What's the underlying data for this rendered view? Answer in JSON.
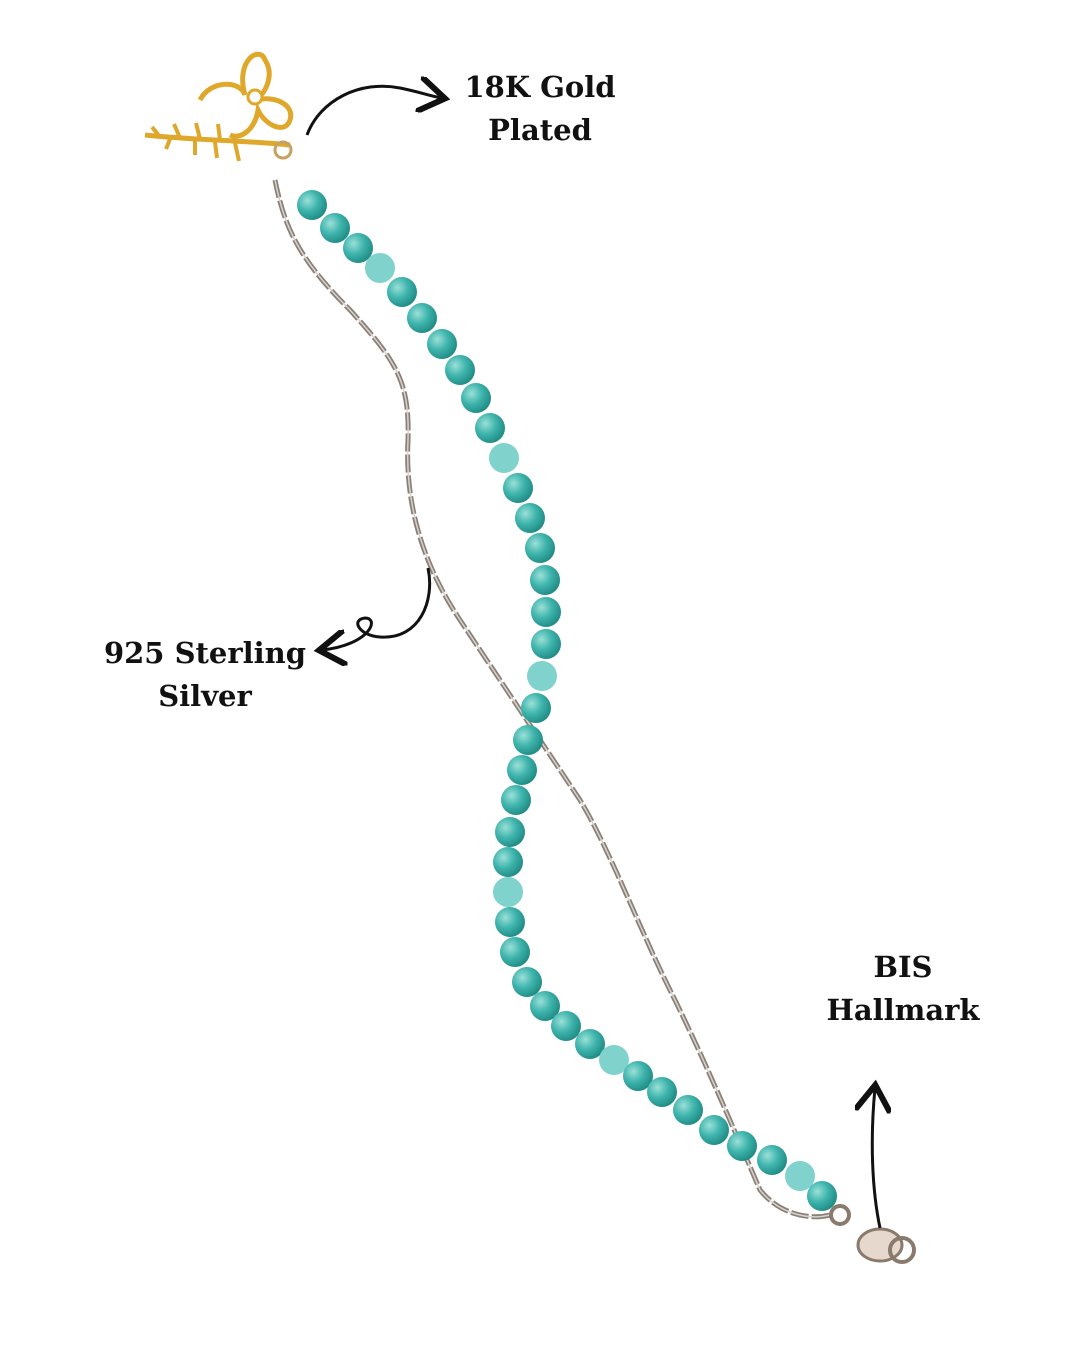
{
  "labels": {
    "gold": {
      "line1": "18K Gold",
      "line2": "Plated"
    },
    "silver": {
      "line1": "925 Sterling",
      "line2": "Silver"
    },
    "hallmark": {
      "line1": "BIS",
      "line2": "Hallmark"
    }
  },
  "colors": {
    "bead": "#3fb5ad",
    "bead_light": "#7fd3cc",
    "chain": "#8a8078",
    "gold": "#e0a82a",
    "ink": "#111111"
  }
}
